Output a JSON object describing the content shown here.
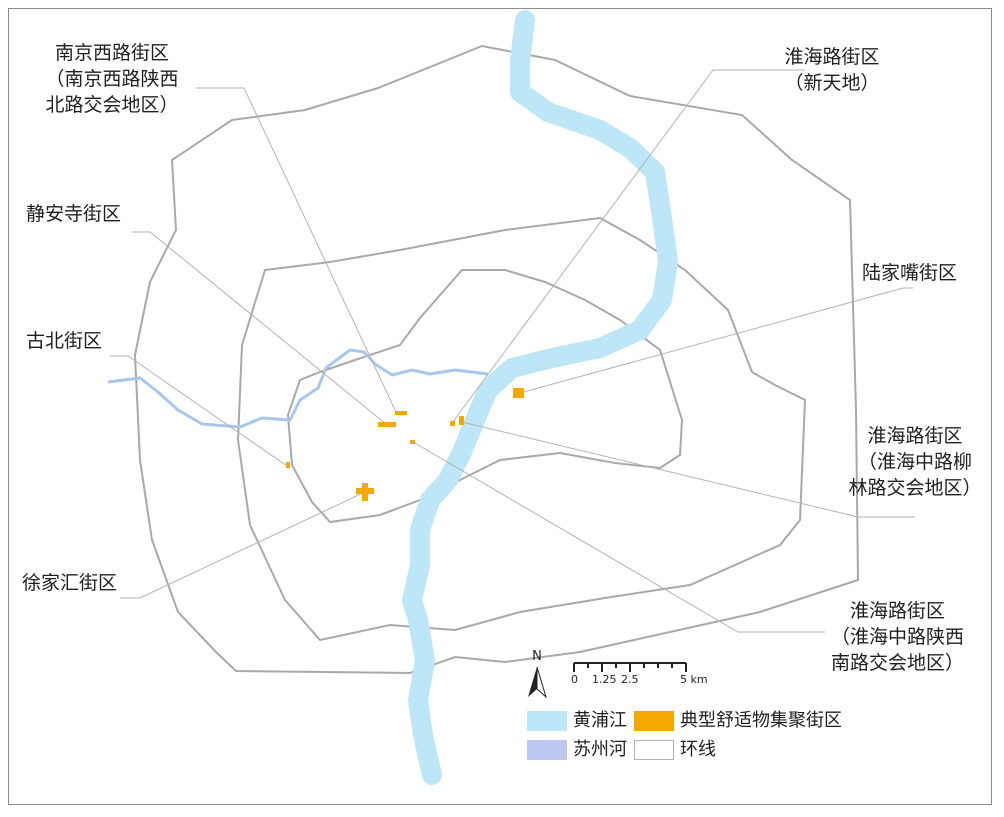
{
  "labels": {
    "nanjing_west": [
      "南京西路街区",
      "（南京西路陕西",
      "北路交会地区）"
    ],
    "huaihai_xintiandi": [
      "淮海路街区",
      "（新天地）"
    ],
    "jingan": [
      "静安寺街区"
    ],
    "lujiazui": [
      "陆家嘴街区"
    ],
    "gubei": [
      "古北街区"
    ],
    "huaihai_liulin": [
      "淮海路街区",
      "（淮海中路柳",
      "林路交会地区）"
    ],
    "xujiahui": [
      "徐家汇街区"
    ],
    "huaihai_shaanxi": [
      "淮海路街区",
      "（淮海中路陕西",
      "南路交会地区）"
    ]
  },
  "north_arrow": {
    "letter": "N"
  },
  "scale_bar": {
    "ticks": [
      "0",
      "1.25",
      "2.5",
      "5 km"
    ]
  },
  "legend": {
    "items": [
      {
        "label": "黄浦江",
        "color": "#bde6f7"
      },
      {
        "label": "典型舒适物集聚街区",
        "color": "#f5a800"
      },
      {
        "label": "苏州河",
        "color": "#bcc8f0"
      },
      {
        "label": "环线",
        "color": "#ffffff"
      }
    ]
  },
  "colors": {
    "river": "#bde6f7",
    "creek": "#a9c7ee",
    "ring": "#a9a9a9",
    "block": "#f5a800",
    "leader": "#b3b3b3"
  }
}
